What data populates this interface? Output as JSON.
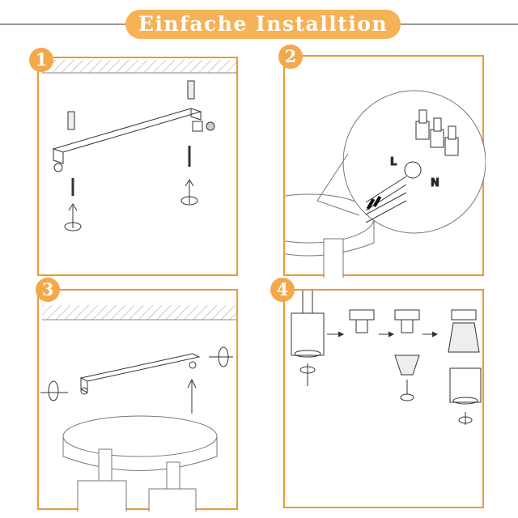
{
  "header": {
    "title": "Einfache Installtion"
  },
  "steps": [
    {
      "number": "1"
    },
    {
      "number": "2",
      "wire_labels": {
        "live": "L",
        "neutral": "N"
      }
    },
    {
      "number": "3"
    },
    {
      "number": "4"
    }
  ],
  "colors": {
    "accent": "#eb9a34",
    "title_bg": "#f6b256"
  }
}
